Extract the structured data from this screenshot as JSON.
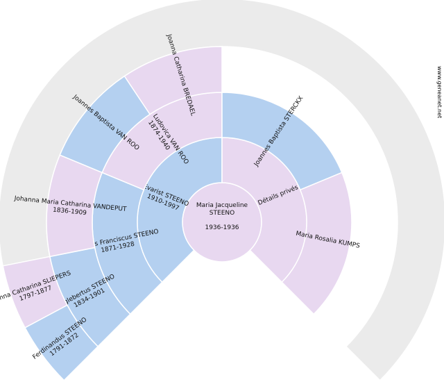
{
  "colors": {
    "male": "#b4d0f0",
    "female": "#e8d8f0",
    "empty": "#ebebeb"
  },
  "credit": "www.geneanet.net",
  "center": {
    "name_line1": "Maria Jacqueline",
    "name_line2": "STEENO",
    "dates": "1936-1936"
  },
  "generation_1": [
    {
      "name": "Evarist STEENO",
      "dates": "1910-1997",
      "sex": "male"
    },
    {
      "name": "Détails privés",
      "dates": "",
      "sex": "female"
    }
  ],
  "generation_2": [
    {
      "name": "Joannes Franciscus STEENO",
      "dates": "1871-1928",
      "sex": "male"
    },
    {
      "name": "Maria Ludovica VAN ROO",
      "dates": "1874-1940",
      "sex": "female"
    },
    {
      "name": "Joannes Baptista STERCKX",
      "dates": "",
      "sex": "male"
    },
    {
      "name": "Maria Rosalia KUMPS",
      "dates": "",
      "sex": "female"
    }
  ],
  "generation_3": [
    {
      "name": "Englebertus STEENO",
      "dates": "1834-1901",
      "sex": "male"
    },
    {
      "name": "Johanna Maria Catharina VANDEPUT",
      "dates": "1836-1909",
      "sex": "female"
    },
    {
      "name": "Joannes Baptista VAN ROO",
      "dates": "",
      "sex": "male"
    },
    {
      "name": "Joanna Catharina BREDAEL",
      "dates": "",
      "sex": "female"
    }
  ],
  "generation_4": [
    {
      "name": "Ferdinandus STEENO",
      "dates": "1791-1872",
      "sex": "male"
    },
    {
      "name": "Anna Catharina SLIEPERS",
      "dates": "1797-1877",
      "sex": "female"
    }
  ]
}
